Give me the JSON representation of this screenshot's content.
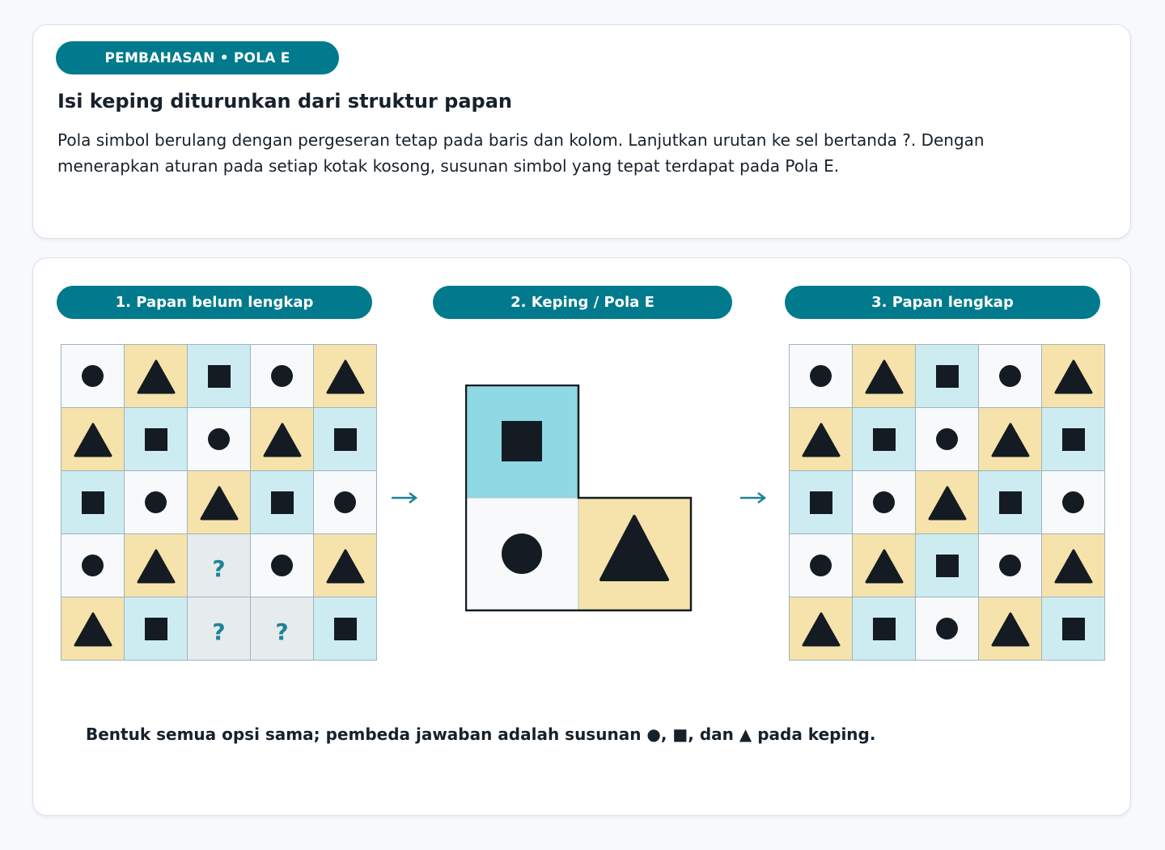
{
  "header": {
    "tag": "PEMBAHASAN • POLA E",
    "title": "Isi keping diturunkan dari struktur papan",
    "description": "Pola simbol berulang dengan pergeseran tetap pada baris dan kolom. Lanjutkan urutan ke sel bertanda ?. Dengan menerapkan aturan pada setiap kotak kosong, susunan simbol yang tepat terdapat pada Pola E."
  },
  "steps": {
    "step1": "1. Papan belum lengkap",
    "step2": "2. Keping / Pola E",
    "step3": "3. Papan lengkap"
  },
  "icons": {
    "circle": "circle-icon",
    "square": "square-icon",
    "triangle": "triangle-icon",
    "arrow": "arrow-right-icon"
  },
  "colors": {
    "accent": "#007a8c",
    "white_cell": "#f7f9fb",
    "blue_cell": "#cdecf1",
    "yellow_cell": "#f6e3ab",
    "missing_cell": "#e6ebee",
    "piece_blue": "#8ed9e3",
    "symbol": "#141b22",
    "question": "#1d8396"
  },
  "question_mark": "?",
  "board_incomplete": [
    [
      "circle",
      "triangle",
      "square",
      "circle",
      "triangle"
    ],
    [
      "triangle",
      "square",
      "circle",
      "triangle",
      "square"
    ],
    [
      "square",
      "circle",
      "triangle",
      "square",
      "circle"
    ],
    [
      "circle",
      "triangle",
      "?",
      "circle",
      "triangle"
    ],
    [
      "triangle",
      "square",
      "?",
      "?",
      "square"
    ]
  ],
  "board_complete": [
    [
      "circle",
      "triangle",
      "square",
      "circle",
      "triangle"
    ],
    [
      "triangle",
      "square",
      "circle",
      "triangle",
      "square"
    ],
    [
      "square",
      "circle",
      "triangle",
      "square",
      "circle"
    ],
    [
      "circle",
      "triangle",
      "square",
      "circle",
      "triangle"
    ],
    [
      "triangle",
      "square",
      "circle",
      "triangle",
      "square"
    ]
  ],
  "piece": {
    "top": "square",
    "bottom_left": "circle",
    "bottom_right": "triangle"
  },
  "note": "Bentuk semua opsi sama; pembeda jawaban adalah susunan ●, ■, dan ▲ pada keping."
}
